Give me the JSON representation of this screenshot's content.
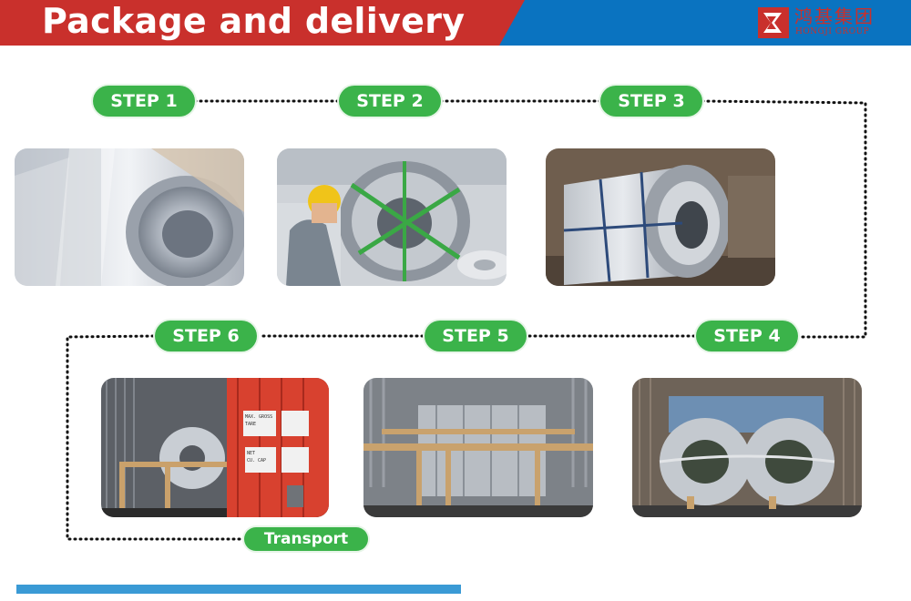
{
  "header": {
    "title": "Package and delivery",
    "colors": {
      "red": "#c9302c",
      "blue": "#0a73c0"
    }
  },
  "logo": {
    "name": "鸿基集团",
    "subtitle": "HONGJI GROUP",
    "icon": "hongji-logo-icon"
  },
  "steps": [
    {
      "label": "STEP 1",
      "photo": "galvanized-coil-in-plastic-wrap"
    },
    {
      "label": "STEP 2",
      "photo": "worker-strapping-coil"
    },
    {
      "label": "STEP 3",
      "photo": "strapped-coil-on-pallet"
    },
    {
      "label": "STEP 4",
      "photo": "coils-loaded-in-container"
    },
    {
      "label": "STEP 5",
      "photo": "coils-braced-with-timber"
    },
    {
      "label": "STEP 6",
      "photo": "container-doors-closing"
    }
  ],
  "transport": {
    "label": "Transport"
  },
  "container_labels": {
    "row1": "MAX. GROSS",
    "row2": "TARE",
    "row3": "NET",
    "row4": "CU. CAP"
  },
  "accent": "#3bb34a"
}
